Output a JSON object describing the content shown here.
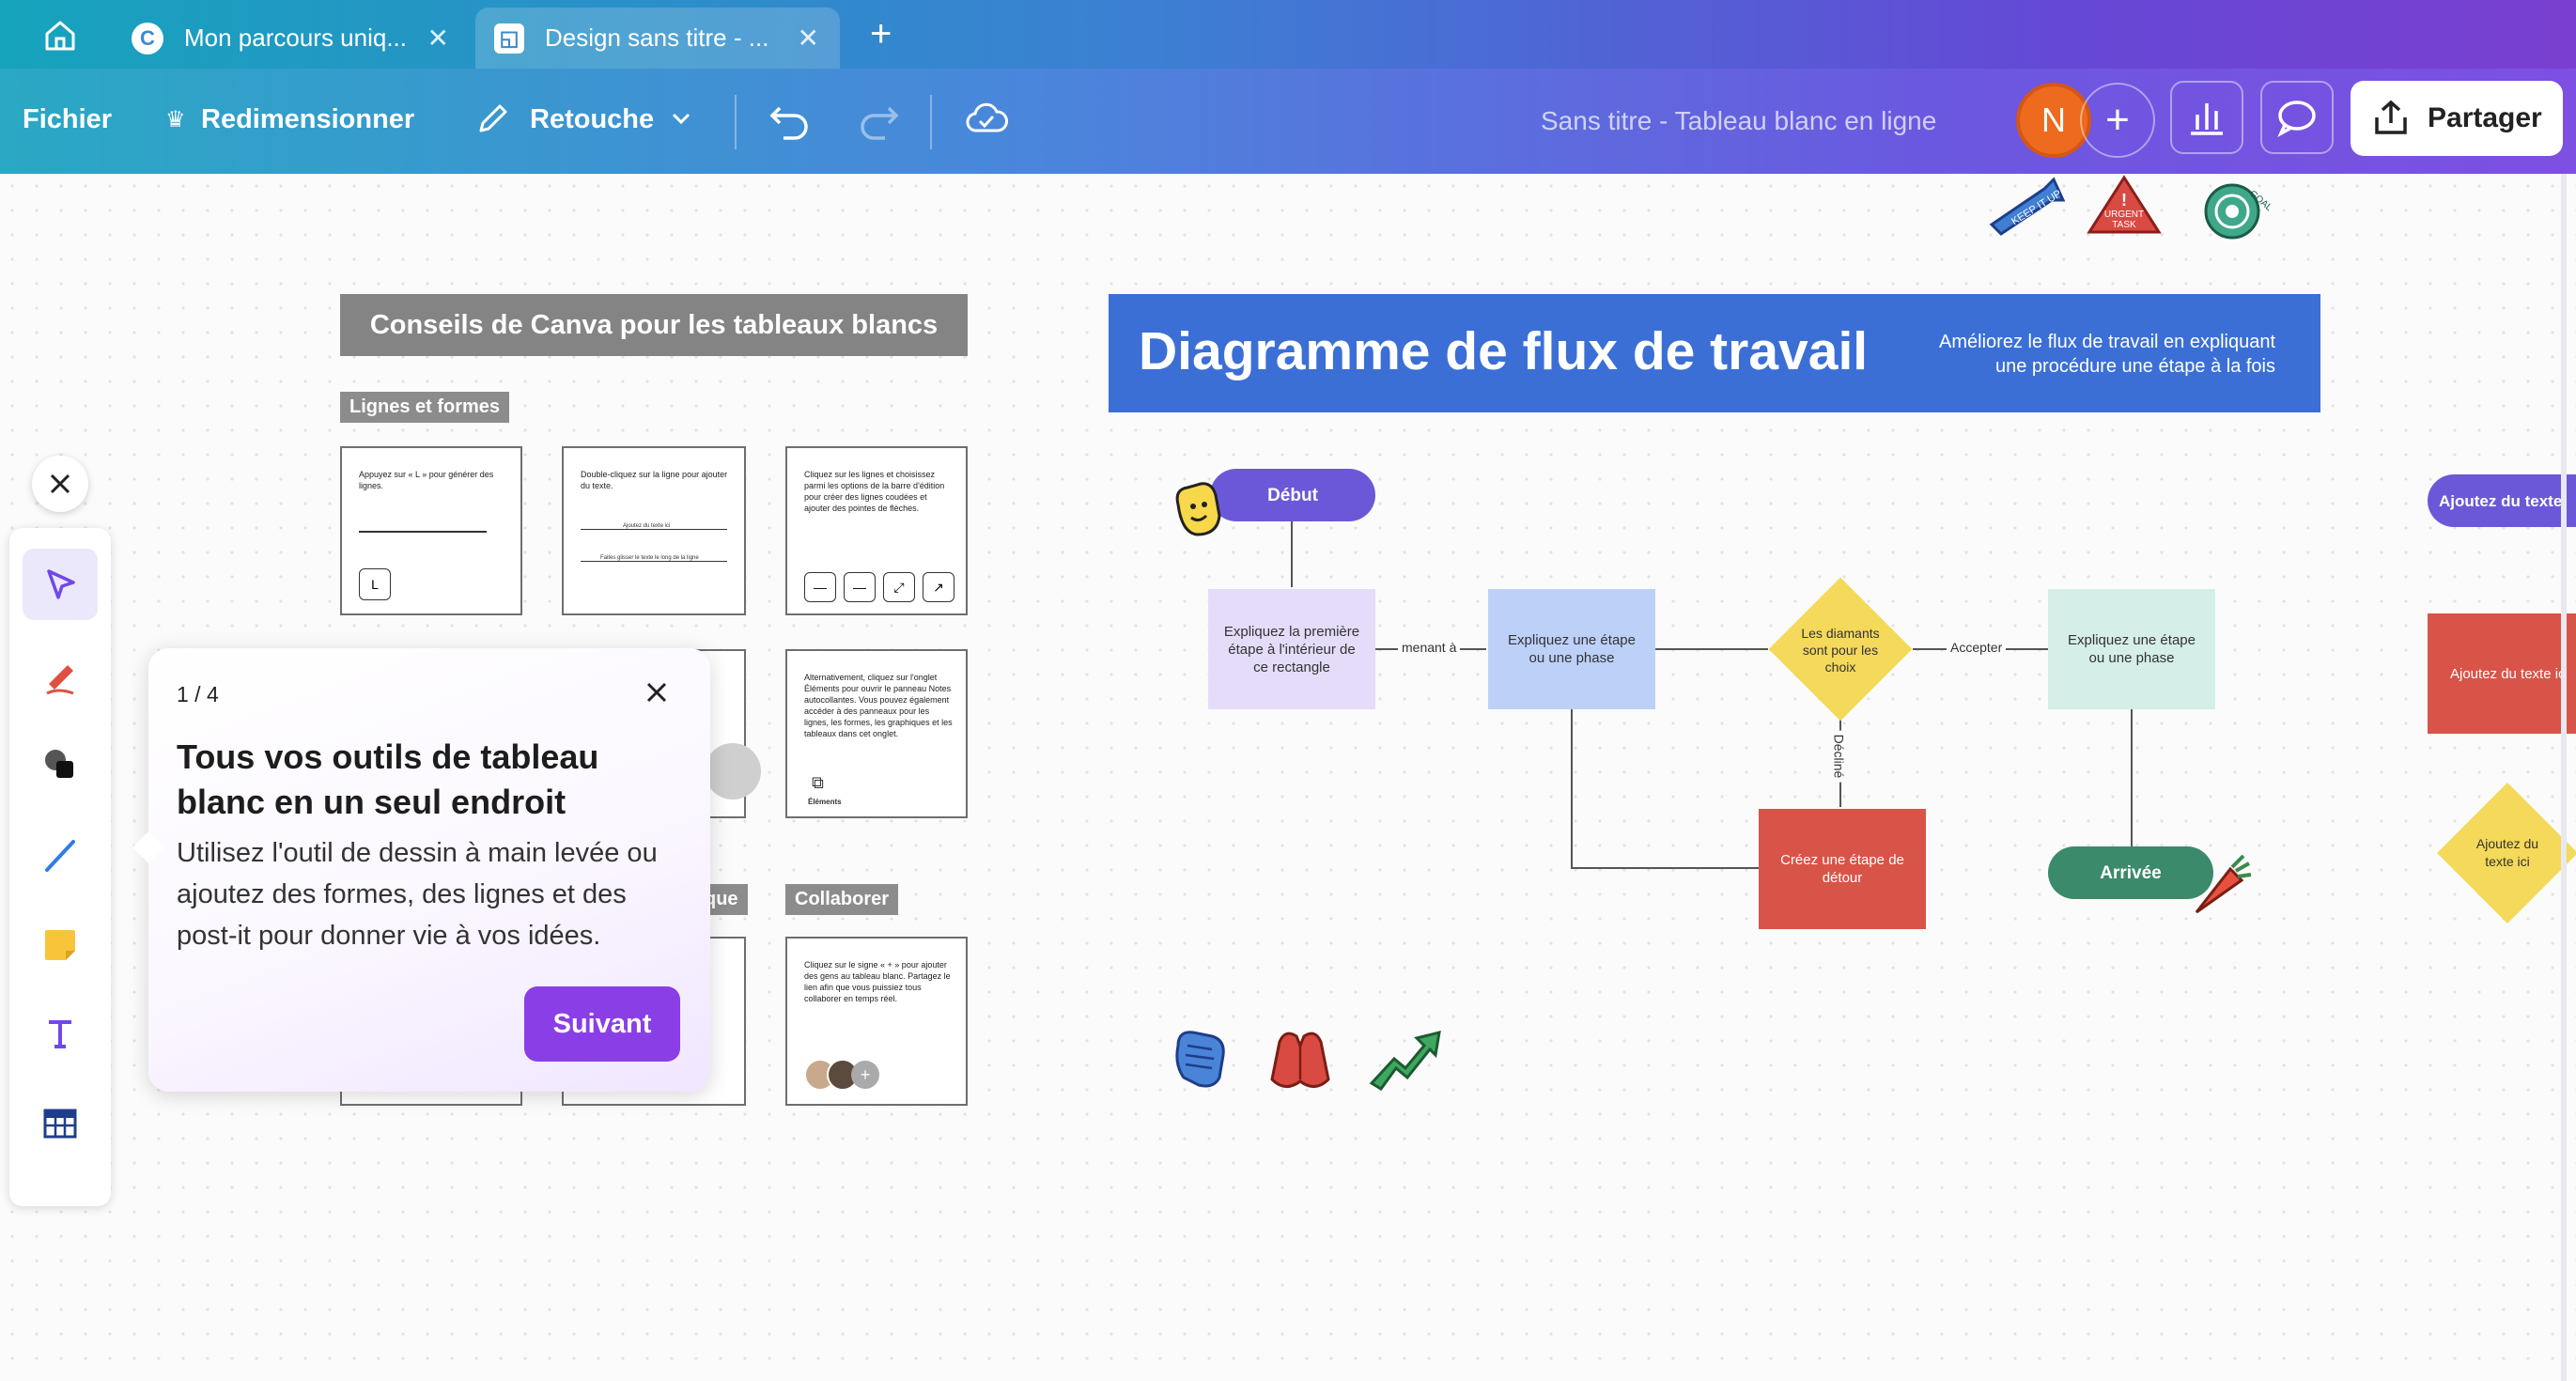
{
  "tabs": {
    "home_icon": "home-icon",
    "tab1_label": "Mon parcours uniq...",
    "tab2_label": "Design sans titre - ...",
    "new_tab": "+"
  },
  "toolbar": {
    "file": "Fichier",
    "resize": "Redimensionner",
    "edit": "Retouche",
    "doc_title": "Sans titre - Tableau blanc en ligne",
    "avatar_letter": "N",
    "share": "Partager",
    "add": "+"
  },
  "stickers": {
    "s1": "KEEP IT UP",
    "s2": "URGENT TASK",
    "s3": "GOAL MET!"
  },
  "tips": {
    "title": "Conseils de Canva pour les tableaux blancs",
    "section1": "Lignes et formes",
    "card1_text": "Appuyez sur « L » pour générer des lignes.",
    "card1_key": "L",
    "card2_text": "Double-cliquez sur la ligne pour ajouter du texte.",
    "card2_line1": "Ajoutez du texte ici",
    "card2_line2": "Faites glisser le texte le long de la ligne",
    "card3_text": "Cliquez sur les lignes et choisissez parmi les options de la barre d'édition pour créer des lignes coudées et ajouter des pointes de flèches.",
    "card4_text": "Alternativement, cliquez sur l'onglet Éléments pour ouvrir le panneau Notes autocollantes. Vous pouvez également accéder à des panneaux pour les lignes, les formes, les graphiques et les tableaux dans cet onglet.",
    "card4_label": "Éléments",
    "section2_partial": "que",
    "section3": "Collaborer",
    "card6_text": "Cliquez sur le signe « + » pour ajouter des gens au tableau blanc. Partagez le lien afin que vous puissiez tous collaborer en temps réel."
  },
  "flow": {
    "title": "Diagramme de flux de travail",
    "subtitle_line1": "Améliorez le flux de travail en expliquant",
    "subtitle_line2": "une procédure une étape à la fois",
    "start": "Début",
    "step1": "Expliquez la première étape à l'intérieur de ce rectangle",
    "label_leading": "menant à",
    "step2": "Expliquez une étape ou une phase",
    "diamond": "Les diamants sont pour les choix",
    "label_accept": "Accepter",
    "step3": "Expliquez une étape ou une phase",
    "label_decline": "Décliné",
    "detour": "Créez une étape de détour",
    "end": "Arrivée",
    "right_pill": "Ajoutez du texte",
    "right_rect": "Ajoutez du texte ic",
    "right_diamond": "Ajoutez du texte ici"
  },
  "popup": {
    "counter": "1 / 4",
    "title": "Tous vos outils de tableau blanc en un seul endroit",
    "body": "Utilisez l'outil de dessin à main levée ou ajoutez des formes, des lignes et des post-it pour donner vie à vos idées.",
    "next": "Suivant"
  },
  "colors": {
    "flow_banner": "#3b6fd6",
    "start_pill": "#6b58d8",
    "step1": "#e4dcf8",
    "step2": "#bcd0f8",
    "diamond": "#f4d95a",
    "step3": "#d5eee8",
    "detour": "#d95448",
    "end": "#3b8a6b",
    "popup_button": "#8a3ee6"
  }
}
